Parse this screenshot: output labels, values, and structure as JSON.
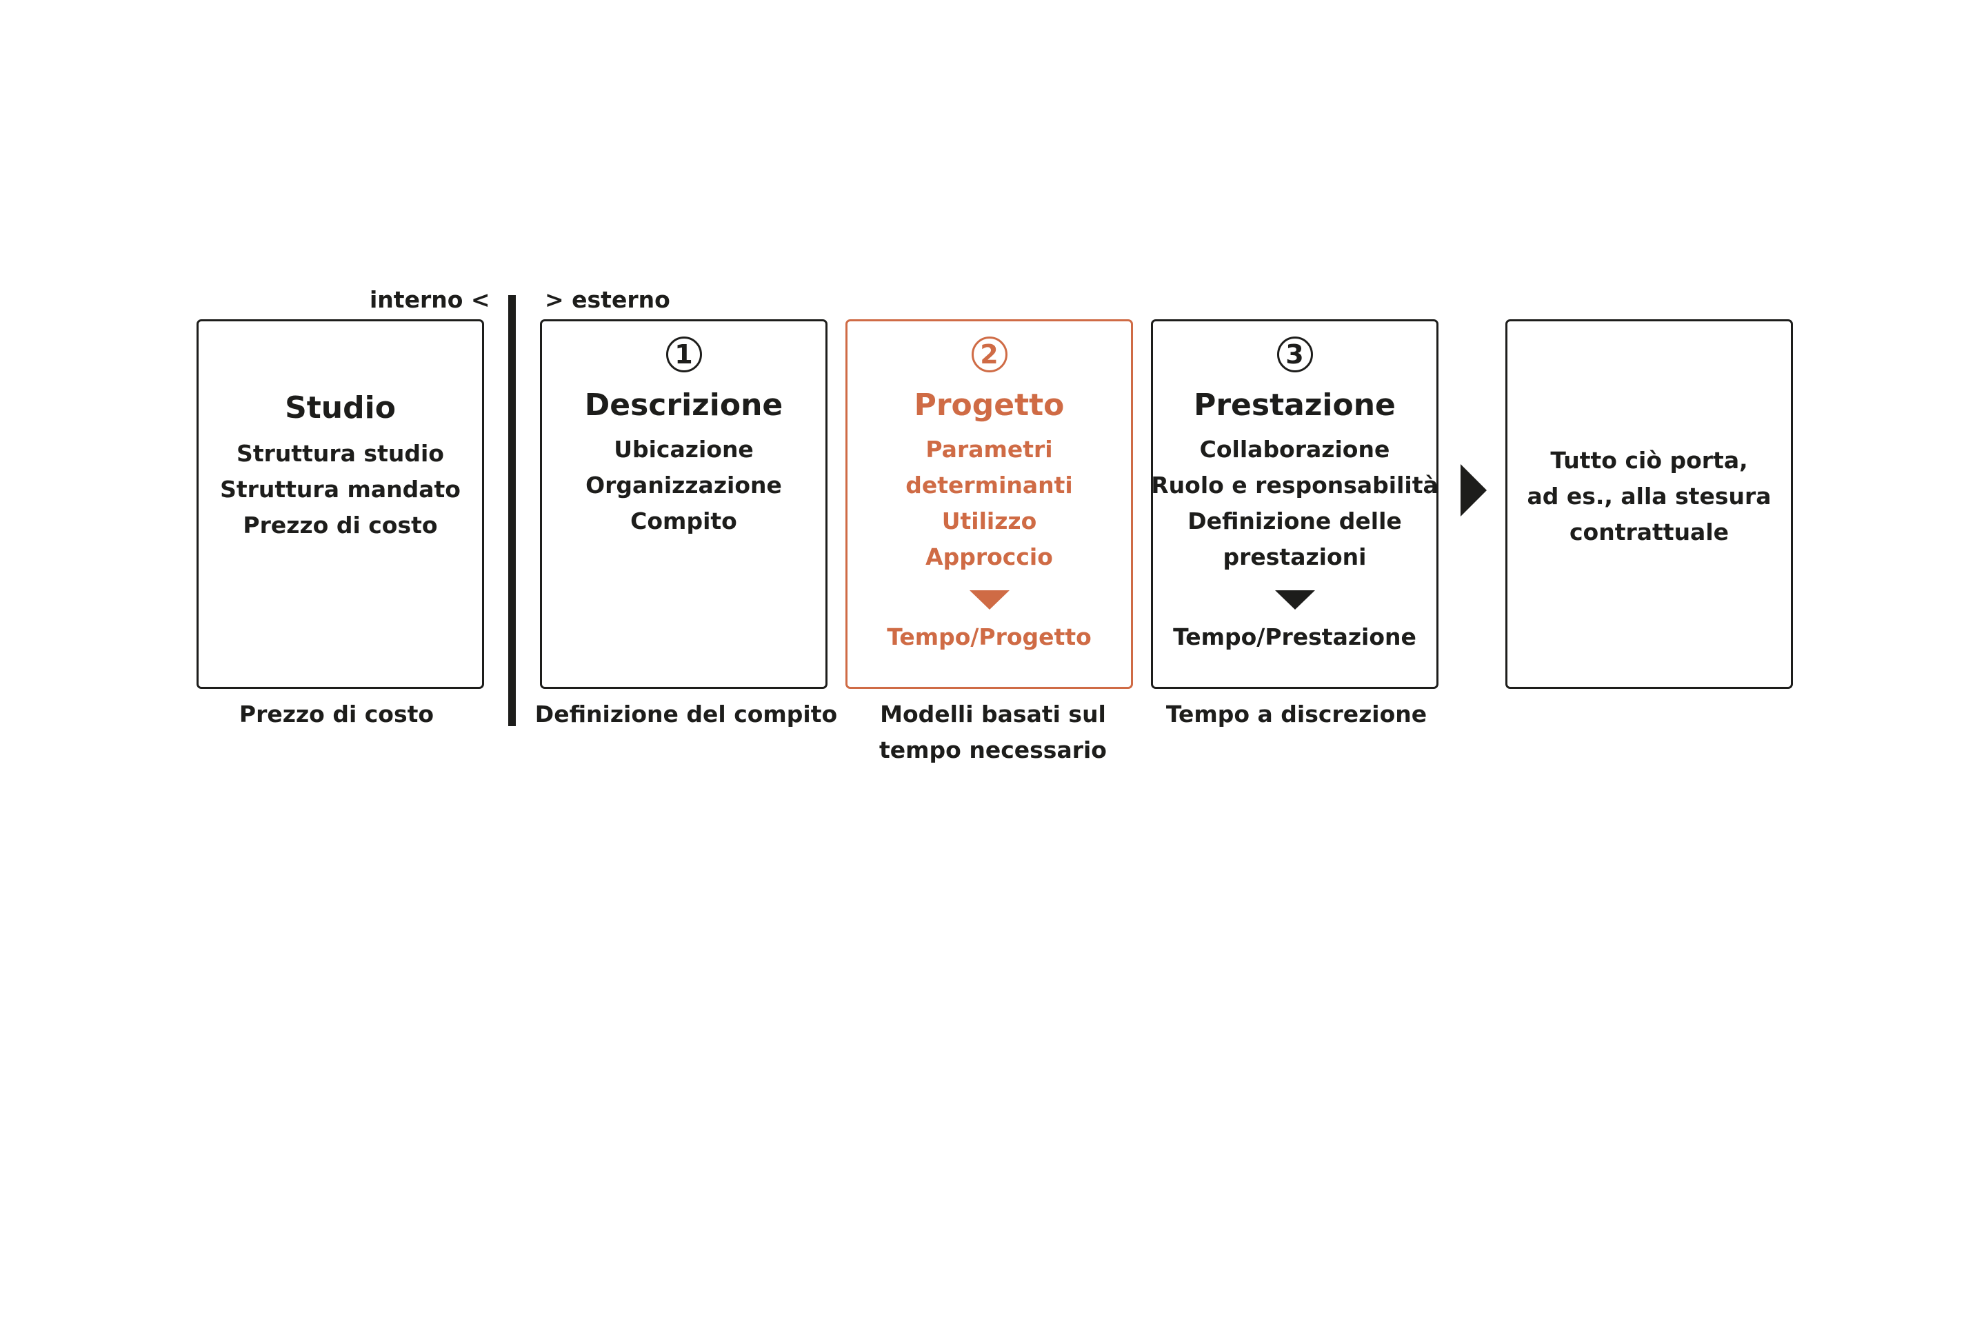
{
  "labels": {
    "internal": "interno  <",
    "external": "> esterno"
  },
  "boxes": {
    "studio": {
      "title": "Studio",
      "lines": [
        "Struttura studio",
        "Struttura mandato",
        "Prezzo di costo"
      ],
      "caption": "Prezzo di costo"
    },
    "descrizione": {
      "number": "1",
      "title": "Descrizione",
      "lines": [
        "Ubicazione",
        "Organizzazione",
        "Compito"
      ],
      "caption": "Definizione del compito"
    },
    "progetto": {
      "number": "2",
      "title": "Progetto",
      "lines": [
        "Parametri",
        "determinanti",
        "Utilizzo",
        "Approccio"
      ],
      "result": "Tempo/Progetto",
      "caption_lines": [
        "Modelli basati sul",
        "tempo necessario"
      ]
    },
    "prestazione": {
      "number": "3",
      "title": "Prestazione",
      "lines": [
        "Collaborazione",
        "Ruolo e responsabilità",
        "Definizione delle",
        "prestazioni"
      ],
      "result": "Tempo/Prestazione",
      "caption": "Tempo a discrezione"
    },
    "conclusione": {
      "lines": [
        "Tutto ciò porta,",
        "ad es., alla stesura",
        "contrattuale"
      ]
    }
  },
  "colors": {
    "text": "#1d1d1b",
    "accent": "#cf6b45",
    "background": "#ffffff"
  },
  "icons": {
    "flow_arrow": "triangle-right-icon",
    "result_arrow": "triangle-down-icon"
  }
}
